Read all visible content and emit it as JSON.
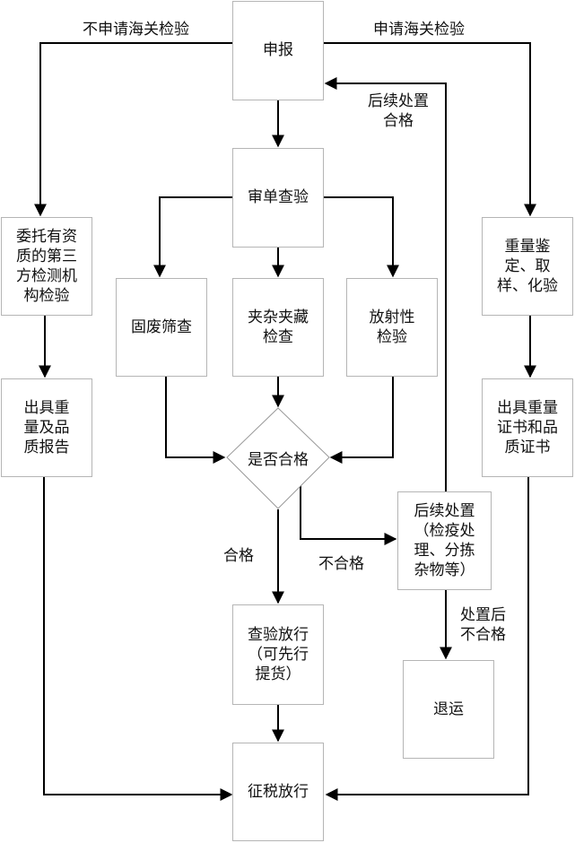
{
  "nodes": {
    "declare": "申报",
    "review": "审单查验",
    "solid_waste": "固废筛查",
    "contraband": "夹杂夹藏\n检查",
    "radioactive": "放射性\n检验",
    "decision": "是否合格",
    "third_party": "委托有资\n质的第三\n方检测机\n构检验",
    "report": "出具重\n量及品\n质报告",
    "weigh": "重量鉴\n定、取\n样、化验",
    "certificate": "出具重量\n证书和品\n质证书",
    "followup": "后续处置\n（检疫处\n理、分拣\n杂物等）",
    "inspect_release": "查验放行\n（可先行\n提货）",
    "return": "退运",
    "tax_release": "征税放行"
  },
  "labels": {
    "no_apply": "不申请海关检验",
    "apply": "申请海关检验",
    "followup_pass": "后续处置\n合格",
    "pass": "合格",
    "fail": "不合格",
    "after_fail": "处置后\n不合格"
  }
}
